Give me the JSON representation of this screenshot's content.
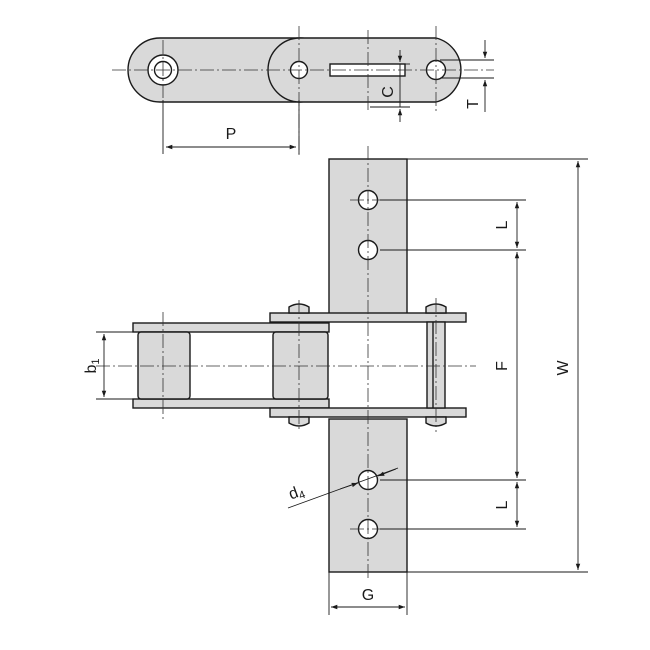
{
  "labels": {
    "P": "P",
    "C": "C",
    "T": "T",
    "L_top": "L",
    "L_bottom": "L",
    "F": "F",
    "W": "W",
    "G": "G",
    "b1_main": "b",
    "b1_sub": "1",
    "d4_main": "d",
    "d4_sub": "4"
  },
  "colors": {
    "fill": "#d9d9d9",
    "line": "#1a1a1a"
  }
}
